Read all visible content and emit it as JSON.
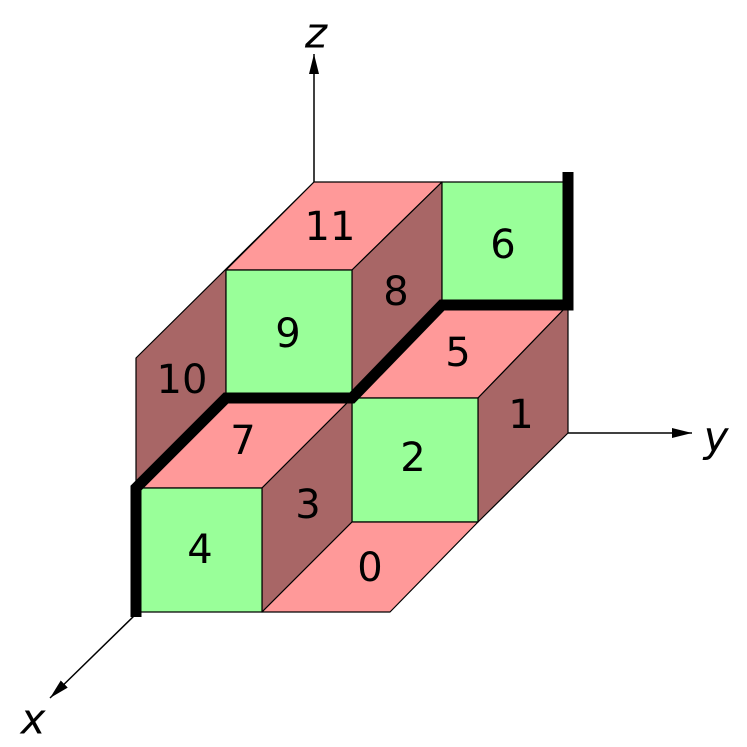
{
  "colors": {
    "top": "#ff9999",
    "front": "#99ff99",
    "side": "#a86666",
    "outline": "#000000"
  },
  "axes": {
    "x": "x",
    "y": "y",
    "z": "z"
  },
  "faces": [
    {
      "id": "0",
      "label": "0",
      "kind": "top"
    },
    {
      "id": "1",
      "label": "1",
      "kind": "side"
    },
    {
      "id": "2",
      "label": "2",
      "kind": "front"
    },
    {
      "id": "3",
      "label": "3",
      "kind": "side"
    },
    {
      "id": "4",
      "label": "4",
      "kind": "front"
    },
    {
      "id": "5",
      "label": "5",
      "kind": "top"
    },
    {
      "id": "6",
      "label": "6",
      "kind": "front"
    },
    {
      "id": "7",
      "label": "7",
      "kind": "top"
    },
    {
      "id": "8",
      "label": "8",
      "kind": "side"
    },
    {
      "id": "9",
      "label": "9",
      "kind": "front"
    },
    {
      "id": "10",
      "label": "10",
      "kind": "side"
    },
    {
      "id": "11",
      "label": "11",
      "kind": "top"
    }
  ]
}
